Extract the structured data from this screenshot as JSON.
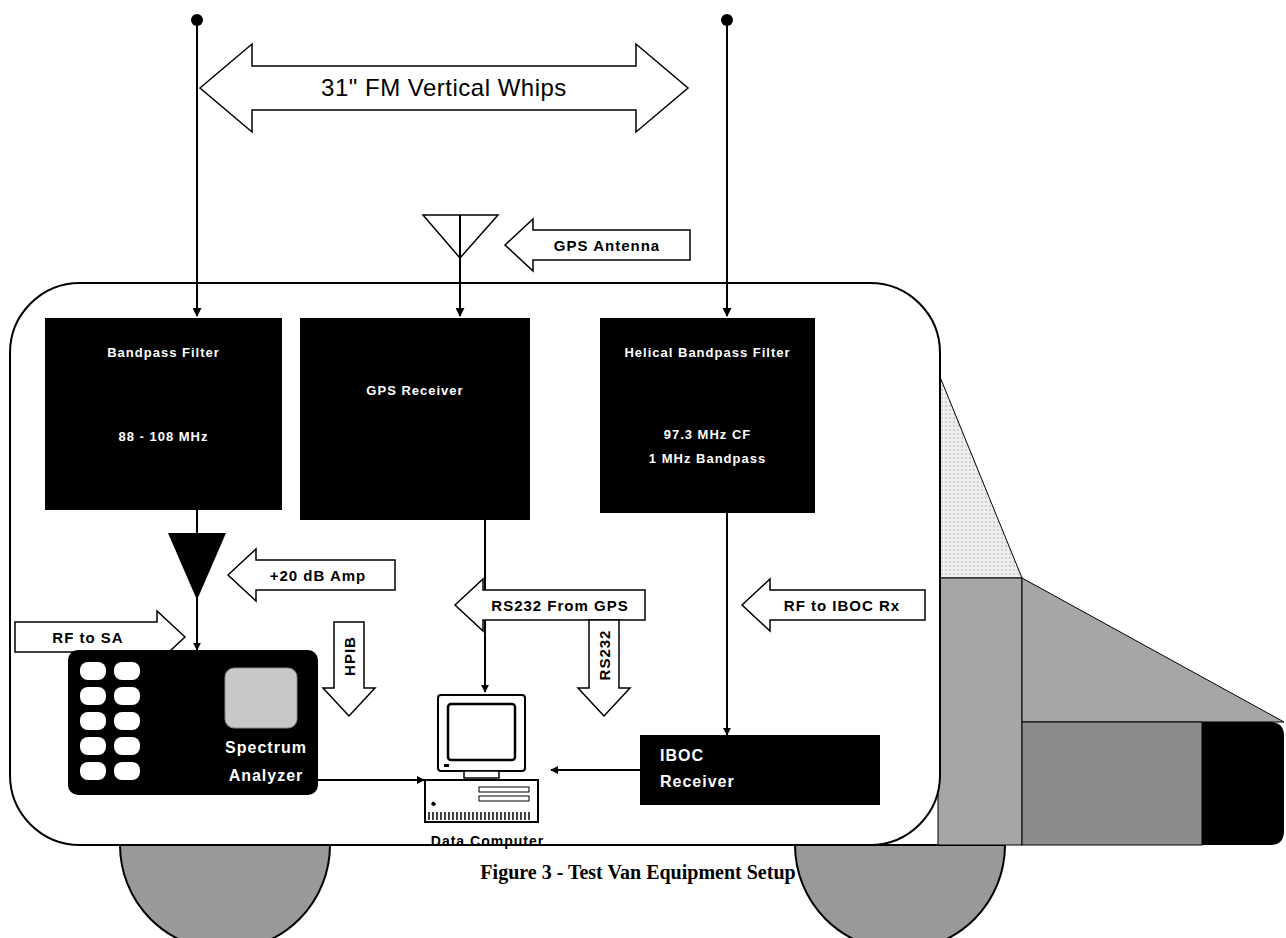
{
  "diagram": {
    "caption": "Figure 3 - Test Van Equipment Setup",
    "nodes": [
      {
        "text": [
          "Bandpass Filter",
          "88 - 108 MHz"
        ]
      },
      {
        "text": [
          "GPS Receiver"
        ]
      },
      {
        "text": [
          "Helical Bandpass Filter",
          "97.3 MHz CF",
          "1 MHz Bandpass"
        ]
      },
      {
        "text": [
          "Spectrum Analyzer"
        ]
      },
      {
        "text": [
          "Data Computer"
        ]
      },
      {
        "text": [
          "IBOC Receiver"
        ]
      }
    ],
    "edges": [
      {
        "from": 0,
        "to": 3,
        "arrow": "to"
      },
      {
        "from": 1,
        "to": 4,
        "arrow": "to"
      },
      {
        "from": 2,
        "to": 5,
        "arrow": "to"
      },
      {
        "from": 3,
        "to": 4,
        "arrow": "to"
      },
      {
        "from": 5,
        "to": 4,
        "arrow": "to"
      }
    ],
    "labels": [
      "31\" FM Vertical Whips",
      "GPS Antenna",
      "+20 dB Amp",
      "RF to SA",
      "RS232 From GPS",
      "RF to IBOC Rx",
      "HPIB",
      "RS232"
    ]
  }
}
